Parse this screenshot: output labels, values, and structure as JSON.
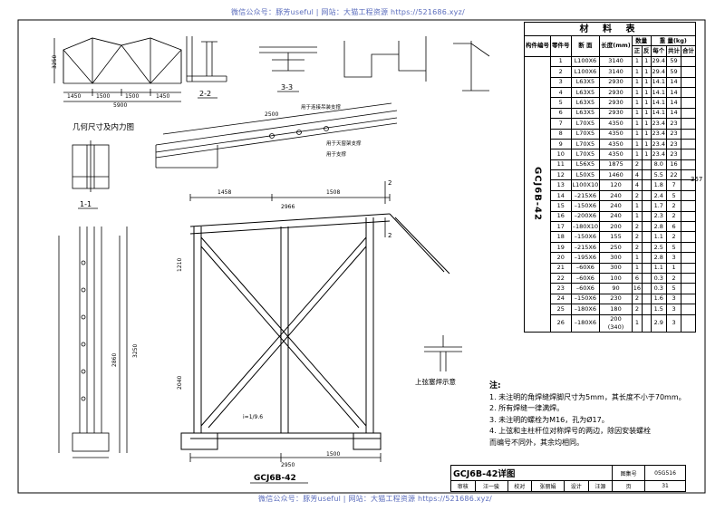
{
  "watermark_top": "微信公众号：豚芳useful  |  网站：大猫工程资源 https://521686.xyz/",
  "watermark_bottom": "微信公众号：豚芳useful  |  网站：大猫工程资源 https://521686.xyz/",
  "labels": {
    "geometry_title": "几何尺寸及内力图",
    "section_22": "2-2",
    "section_33": "3-3",
    "section_11": "1-1",
    "weld_sketch": "上弦塞焊示意",
    "drawing_name": "GCJ6B-42",
    "member_vertical": "GCJ6B-42",
    "slope": "i=1/9.6",
    "side_page_no": "357"
  },
  "dims": {
    "d5900": "5900",
    "d1450a": "1450",
    "d1500a": "1500",
    "d1500b": "1500",
    "d1450b": "1450",
    "d3250": "3250",
    "d2500": "2500",
    "d1458": "1458",
    "d2966": "2966",
    "d1508": "1508",
    "d2950": "2950",
    "d1500c": "1500",
    "d2860": "2860",
    "d2040": "2040",
    "d1210": "1210",
    "d3250v": "3250"
  },
  "annotations": {
    "a1": "用于连接吊装支撑",
    "a2": "用于天窗架支撑",
    "a3": "用于支撑"
  },
  "material_table": {
    "caption": "材  料  表",
    "headers": {
      "member_no": "构件编号",
      "part_no": "零件号",
      "section": "断 面",
      "length": "长度(mm)",
      "quantity": "数量",
      "qty_pos": "正",
      "qty_neg": "反",
      "weight": "重 量(kg)",
      "w_each": "每个",
      "w_total": "共计",
      "w_sum": "合计"
    },
    "member": "GCJ6B-42",
    "rows": [
      {
        "no": "1",
        "section": "L100X6",
        "length": "3140",
        "pos": "1",
        "neg": "1",
        "each": "29.4",
        "total": "59"
      },
      {
        "no": "2",
        "section": "L100X6",
        "length": "3140",
        "pos": "1",
        "neg": "1",
        "each": "29.4",
        "total": "59"
      },
      {
        "no": "3",
        "section": "L63X5",
        "length": "2930",
        "pos": "1",
        "neg": "1",
        "each": "14.1",
        "total": "14"
      },
      {
        "no": "4",
        "section": "L63X5",
        "length": "2930",
        "pos": "1",
        "neg": "1",
        "each": "14.1",
        "total": "14"
      },
      {
        "no": "5",
        "section": "L63X5",
        "length": "2930",
        "pos": "1",
        "neg": "1",
        "each": "14.1",
        "total": "14"
      },
      {
        "no": "6",
        "section": "L63X5",
        "length": "2930",
        "pos": "1",
        "neg": "1",
        "each": "14.1",
        "total": "14"
      },
      {
        "no": "7",
        "section": "L70X5",
        "length": "4350",
        "pos": "1",
        "neg": "1",
        "each": "23.4",
        "total": "23"
      },
      {
        "no": "8",
        "section": "L70X5",
        "length": "4350",
        "pos": "1",
        "neg": "1",
        "each": "23.4",
        "total": "23"
      },
      {
        "no": "9",
        "section": "L70X5",
        "length": "4350",
        "pos": "1",
        "neg": "1",
        "each": "23.4",
        "total": "23"
      },
      {
        "no": "10",
        "section": "L70X5",
        "length": "4350",
        "pos": "1",
        "neg": "1",
        "each": "23.4",
        "total": "23"
      },
      {
        "no": "11",
        "section": "L56X5",
        "length": "1875",
        "pos": "2",
        "neg": "",
        "each": "8.0",
        "total": "16"
      },
      {
        "no": "12",
        "section": "L50X5",
        "length": "1460",
        "pos": "4",
        "neg": "",
        "each": "5.5",
        "total": "22"
      },
      {
        "no": "13",
        "section": "L100X10",
        "length": "120",
        "pos": "4",
        "neg": "",
        "each": "1.8",
        "total": "7"
      },
      {
        "no": "14",
        "section": "–215X6",
        "length": "240",
        "pos": "2",
        "neg": "",
        "each": "2.4",
        "total": "5"
      },
      {
        "no": "15",
        "section": "–150X6",
        "length": "240",
        "pos": "1",
        "neg": "",
        "each": "1.7",
        "total": "2"
      },
      {
        "no": "16",
        "section": "–200X6",
        "length": "240",
        "pos": "1",
        "neg": "",
        "each": "2.3",
        "total": "2"
      },
      {
        "no": "17",
        "section": "–180X10",
        "length": "200",
        "pos": "2",
        "neg": "",
        "each": "2.8",
        "total": "6"
      },
      {
        "no": "18",
        "section": "–150X6",
        "length": "155",
        "pos": "2",
        "neg": "",
        "each": "1.1",
        "total": "2"
      },
      {
        "no": "19",
        "section": "–215X6",
        "length": "250",
        "pos": "2",
        "neg": "",
        "each": "2.5",
        "total": "5"
      },
      {
        "no": "20",
        "section": "–195X6",
        "length": "300",
        "pos": "1",
        "neg": "",
        "each": "2.8",
        "total": "3"
      },
      {
        "no": "21",
        "section": "–60X6",
        "length": "300",
        "pos": "1",
        "neg": "",
        "each": "1.1",
        "total": "1"
      },
      {
        "no": "22",
        "section": "–60X6",
        "length": "100",
        "pos": "6",
        "neg": "",
        "each": "0.3",
        "total": "2"
      },
      {
        "no": "23",
        "section": "–60X6",
        "length": "90",
        "pos": "16",
        "neg": "",
        "each": "0.3",
        "total": "5"
      },
      {
        "no": "24",
        "section": "–150X6",
        "length": "230",
        "pos": "2",
        "neg": "",
        "each": "1.6",
        "total": "3"
      },
      {
        "no": "25",
        "section": "–180X6",
        "length": "180",
        "pos": "2",
        "neg": "",
        "each": "1.5",
        "total": "3"
      },
      {
        "no": "26",
        "section": "–180X6",
        "length": "200\n(340)",
        "pos": "1",
        "neg": "",
        "each": "2.9",
        "total": "3"
      }
    ]
  },
  "notes": {
    "title": "注:",
    "items": [
      "1. 未注明的角焊缝焊脚尺寸为5mm，其长度不小于70mm。",
      "2. 所有焊缝一律满焊。",
      "3. 未注明的螺栓为M16，孔为Ø17。",
      "4. 上弦和主柱杆位对称焊号的两边，除因安装螺栓",
      "   而编号不同外，其余均相同。"
    ]
  },
  "title_block": {
    "drawing_title": "GCJ6B-42详图",
    "atlas_label": "图集号",
    "atlas_no": "05G516",
    "review_label": "审核",
    "review_name": "汪一骏",
    "check_label": "校对",
    "check_name": "张丽娟",
    "design_label": "设计",
    "design_name": "汪源",
    "page_label": "页",
    "page_no": "31"
  }
}
